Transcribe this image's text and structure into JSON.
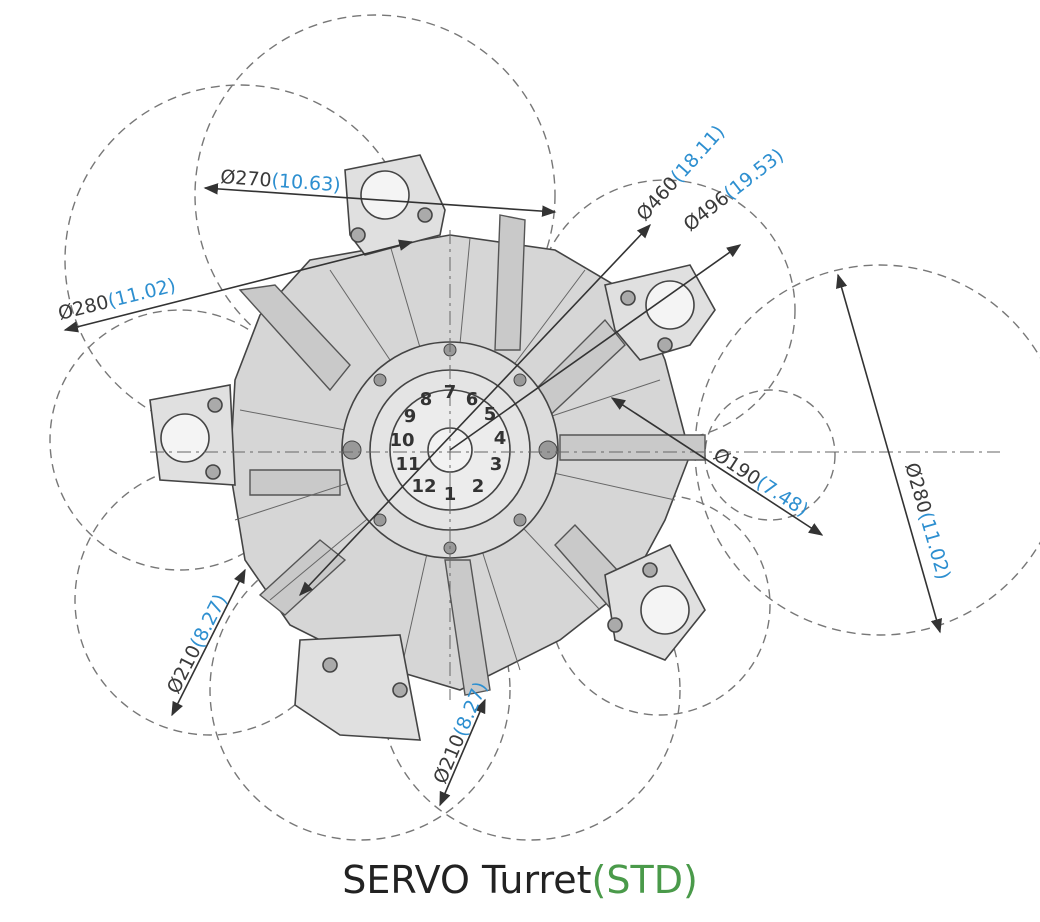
{
  "caption": {
    "main": "SERVO Turret",
    "suffix": "(STD)",
    "suffix_color": "#4a9a4a"
  },
  "colors": {
    "inch": "#2d8fd0",
    "metric": "#3a3a3a",
    "body": "#d6d6d6",
    "line": "#555555"
  },
  "dimensions": [
    {
      "id": "d270",
      "mm": "Ø270",
      "inch": "(10.63)"
    },
    {
      "id": "d280a",
      "mm": "Ø280",
      "inch": "(11.02)"
    },
    {
      "id": "d460",
      "mm": "Ø460",
      "inch": "(18.11)"
    },
    {
      "id": "d496",
      "mm": "Ø496",
      "inch": "(19.53)"
    },
    {
      "id": "d190",
      "mm": "Ø190",
      "inch": "(7.48)"
    },
    {
      "id": "d280b",
      "mm": "Ø280",
      "inch": "(11.02)"
    },
    {
      "id": "d210a",
      "mm": "Ø210",
      "inch": "(8.27)"
    },
    {
      "id": "d210b",
      "mm": "Ø210",
      "inch": "(8.27)"
    }
  ],
  "tool_numbers": [
    "1",
    "2",
    "3",
    "4",
    "5",
    "6",
    "7",
    "8",
    "9",
    "10",
    "11",
    "12"
  ]
}
